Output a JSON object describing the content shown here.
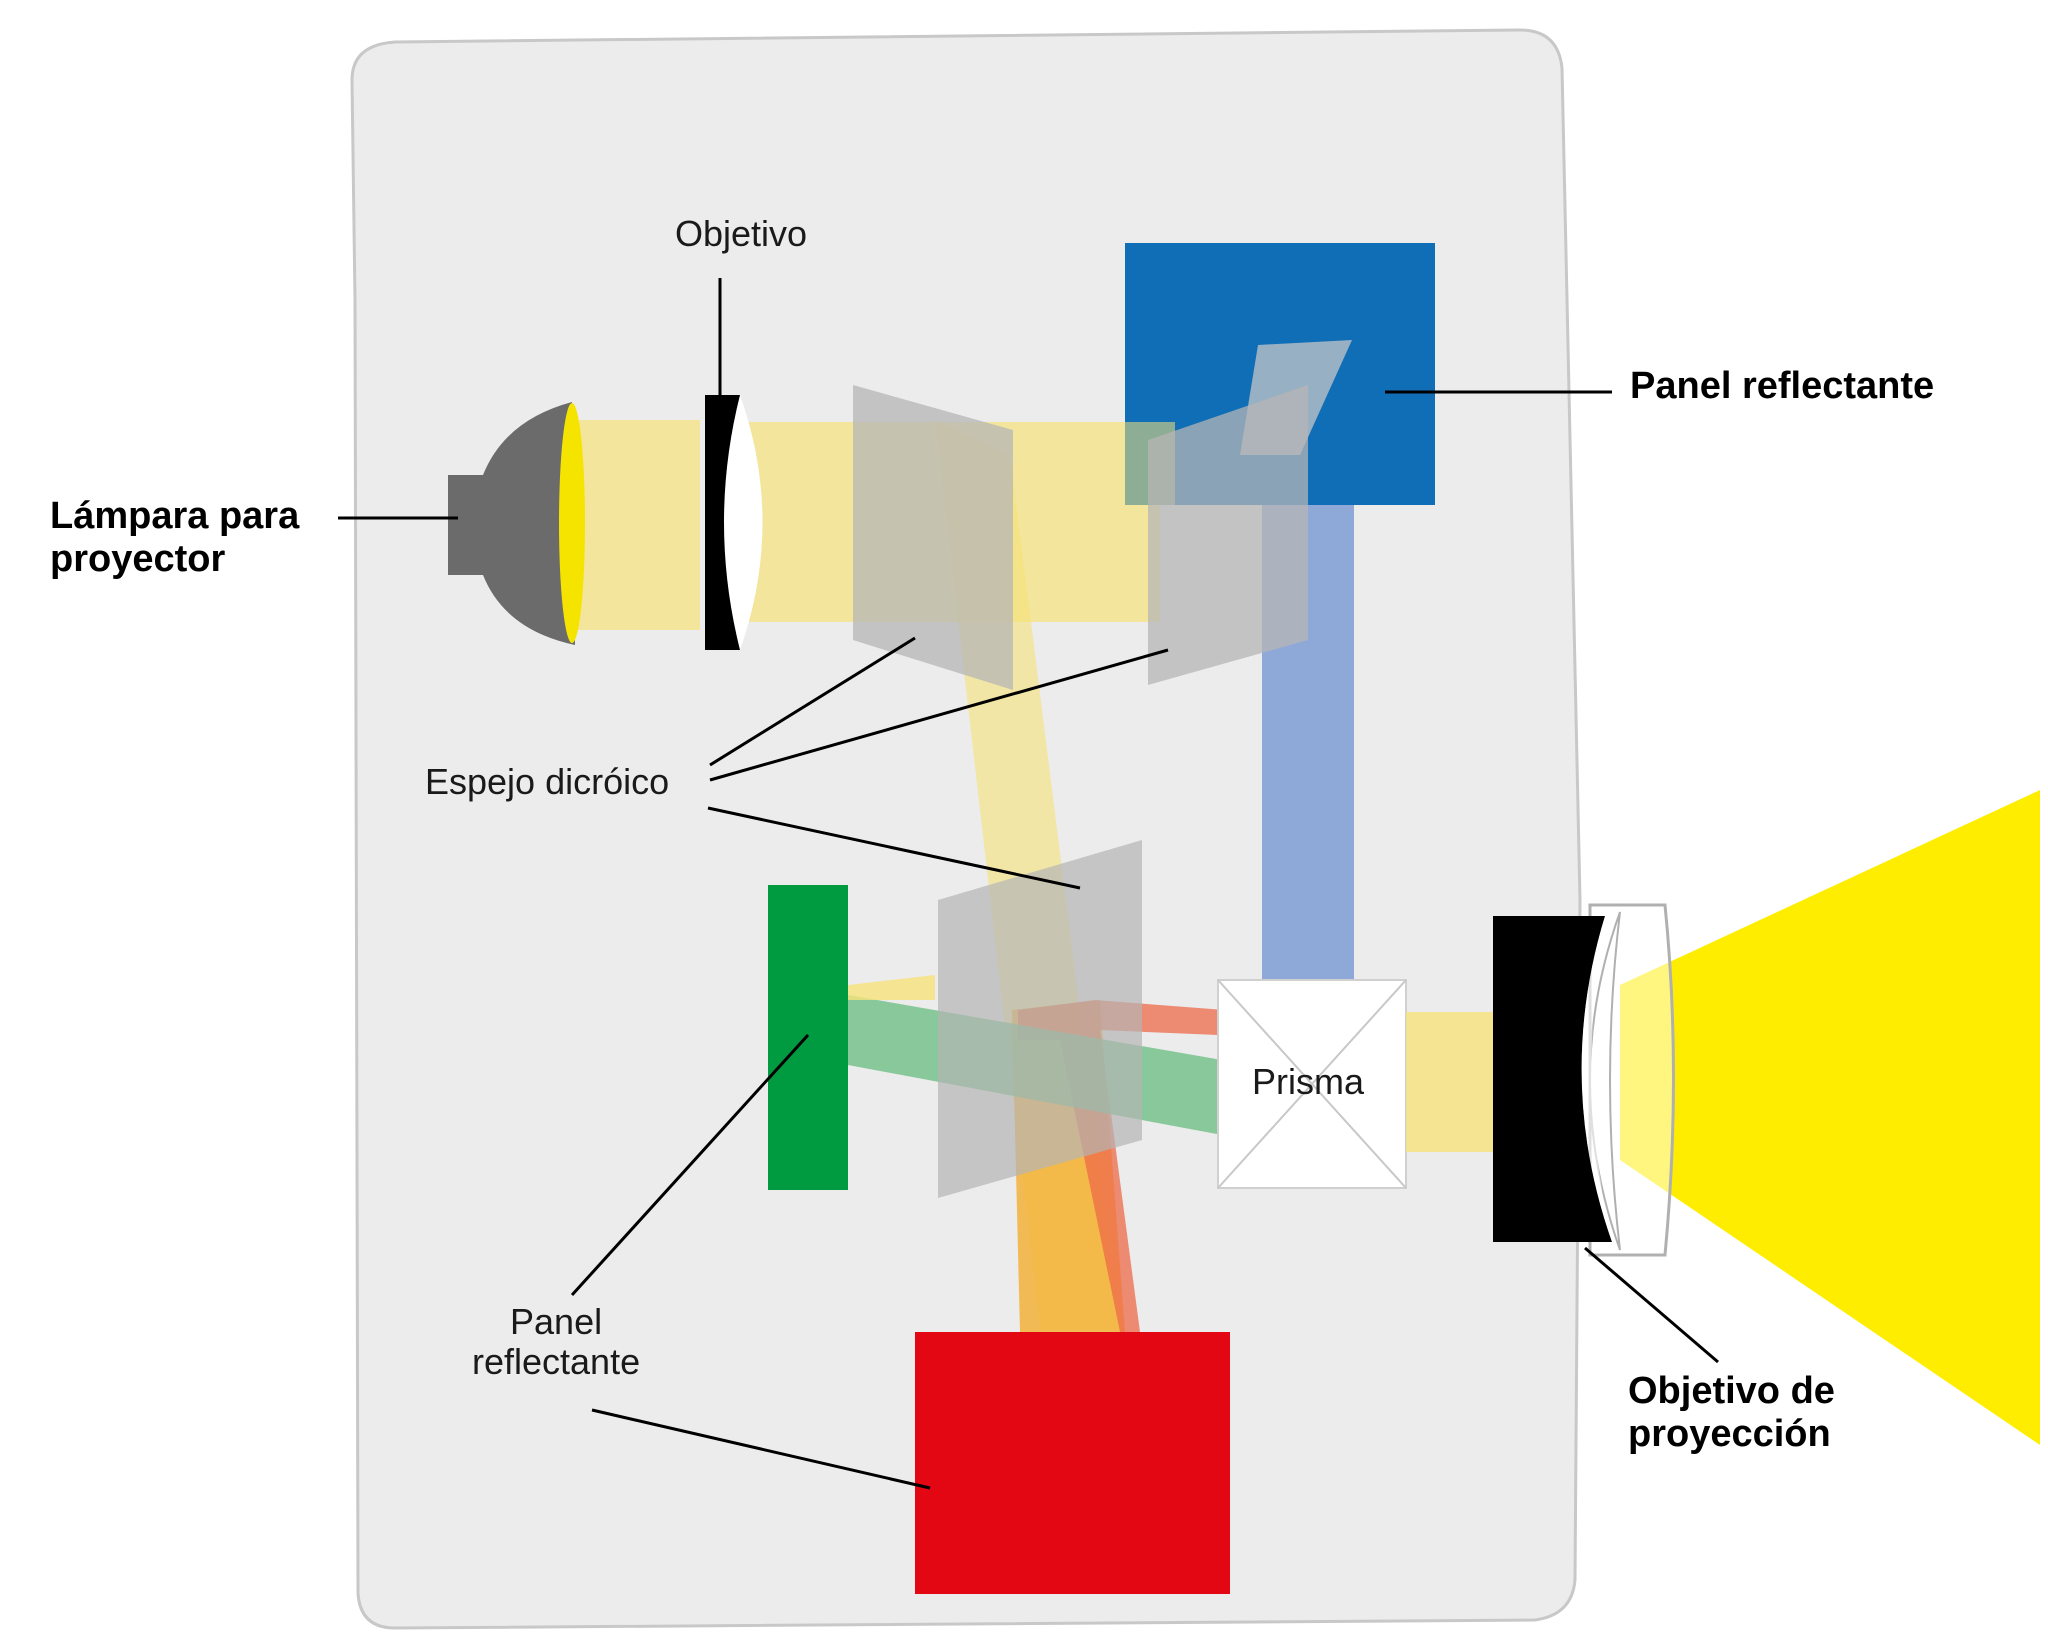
{
  "labels": {
    "objetivo": "Objetivo",
    "panel_reflectante_top": "Panel reflectante",
    "lampara_line1": "Lámpara para",
    "lampara_line2": "proyector",
    "espejo_dicroico": "Espejo dicróico",
    "prisma": "Prisma",
    "panel_reflectante_bottom_line1": "Panel",
    "panel_reflectante_bottom_line2": "reflectante",
    "objetivo_proyeccion_line1": "Objetivo de",
    "objetivo_proyeccion_line2": "proyección"
  },
  "colors": {
    "housing": "#ececec",
    "light_beam": "#f7e27a",
    "lamp_body": "#6b6b6b",
    "lamp_glow": "#f5e400",
    "mirror": "#b5b5b5",
    "blue_panel": "#0f6eb6",
    "blue_beam": "#8ea9d8",
    "green_panel": "#009a40",
    "green_beam": "#6fbf86",
    "red_panel": "#e30613",
    "red_beam": "#ee6a4a",
    "orange_beam": "#f3b23a",
    "projection_beam": "#ffed00",
    "lens_black": "#000000"
  }
}
